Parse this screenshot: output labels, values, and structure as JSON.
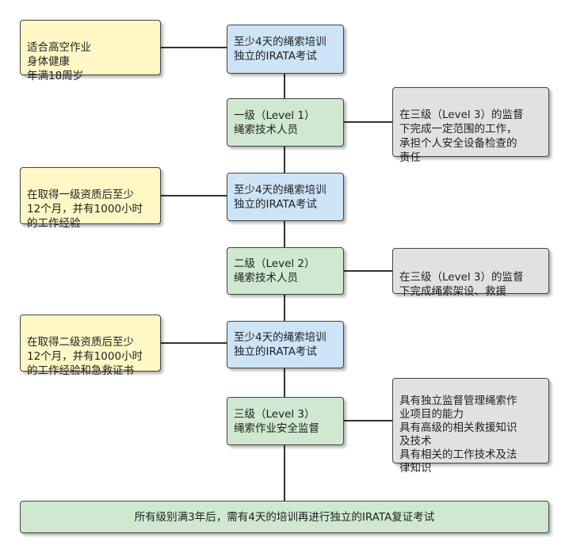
{
  "diagram": {
    "boxes": {
      "requirements": "适合高空作业\n身体健康\n年满18周岁",
      "training1": "至少4天的绳索培训\n独立的IRATA考试",
      "level1": "一级（Level 1）\n绳索技术人员",
      "level1_duty": "在三级（Level 3）的监督\n下完成一定范围的工作，\n承担个人安全设备检查的\n责任",
      "req2": "在取得一级资质后至少\n12个月，并有1000小时\n的工作经验",
      "training2": "至少4天的绳索培训\n独立的IRATA考试",
      "level2": "二级（Level 2）\n绳索技术人员",
      "level2_duty": "在三级（Level 3）的监督\n下完成绳索架设、救援",
      "req3": "在取得二级资质后至少\n12个月，并有1000小时\n的工作经验和急救证书",
      "training3": "至少4天的绳索培训\n独立的IRATA考试",
      "level3": "三级（Level 3）\n绳索作业安全监督",
      "level3_duty": "具有独立监督管理绳索作\n业项目的能力\n具有高级的相关救援知识\n及技术\n具有相关的工作技术及法\n律知识",
      "recert": "所有级别满3年后，需有4天的培训再进行独立的IRATA复证考试"
    }
  }
}
